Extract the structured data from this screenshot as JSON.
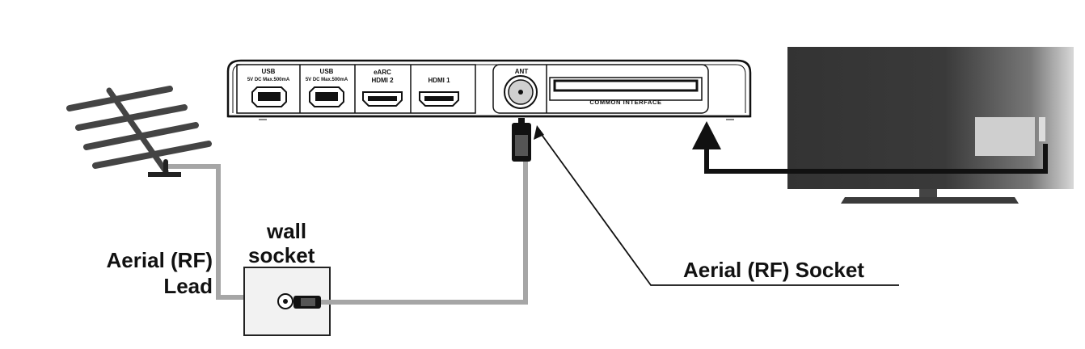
{
  "ports": {
    "usb1": {
      "title": "USB",
      "spec": "5V  DC  Max.500mA"
    },
    "usb2": {
      "title": "USB",
      "spec": "5V  DC  Max.500mA"
    },
    "hdmi2": {
      "line1": "eARC",
      "line2": "HDMI  2"
    },
    "hdmi1": {
      "title": "HDMI  1"
    },
    "ant": {
      "title": "ANT"
    },
    "ci": {
      "title": "COMMON  INTERFACE"
    }
  },
  "labels": {
    "wall_socket_line1": "wall",
    "wall_socket_line2": "socket",
    "aerial_lead_line1": "Aerial (RF)",
    "aerial_lead_line2": "Lead",
    "aerial_socket": "Aerial (RF) Socket"
  },
  "colors": {
    "cable": "#a6a6a6",
    "tv_dark": "#333333",
    "tv_light": "#ffffff",
    "ink": "#111111"
  }
}
